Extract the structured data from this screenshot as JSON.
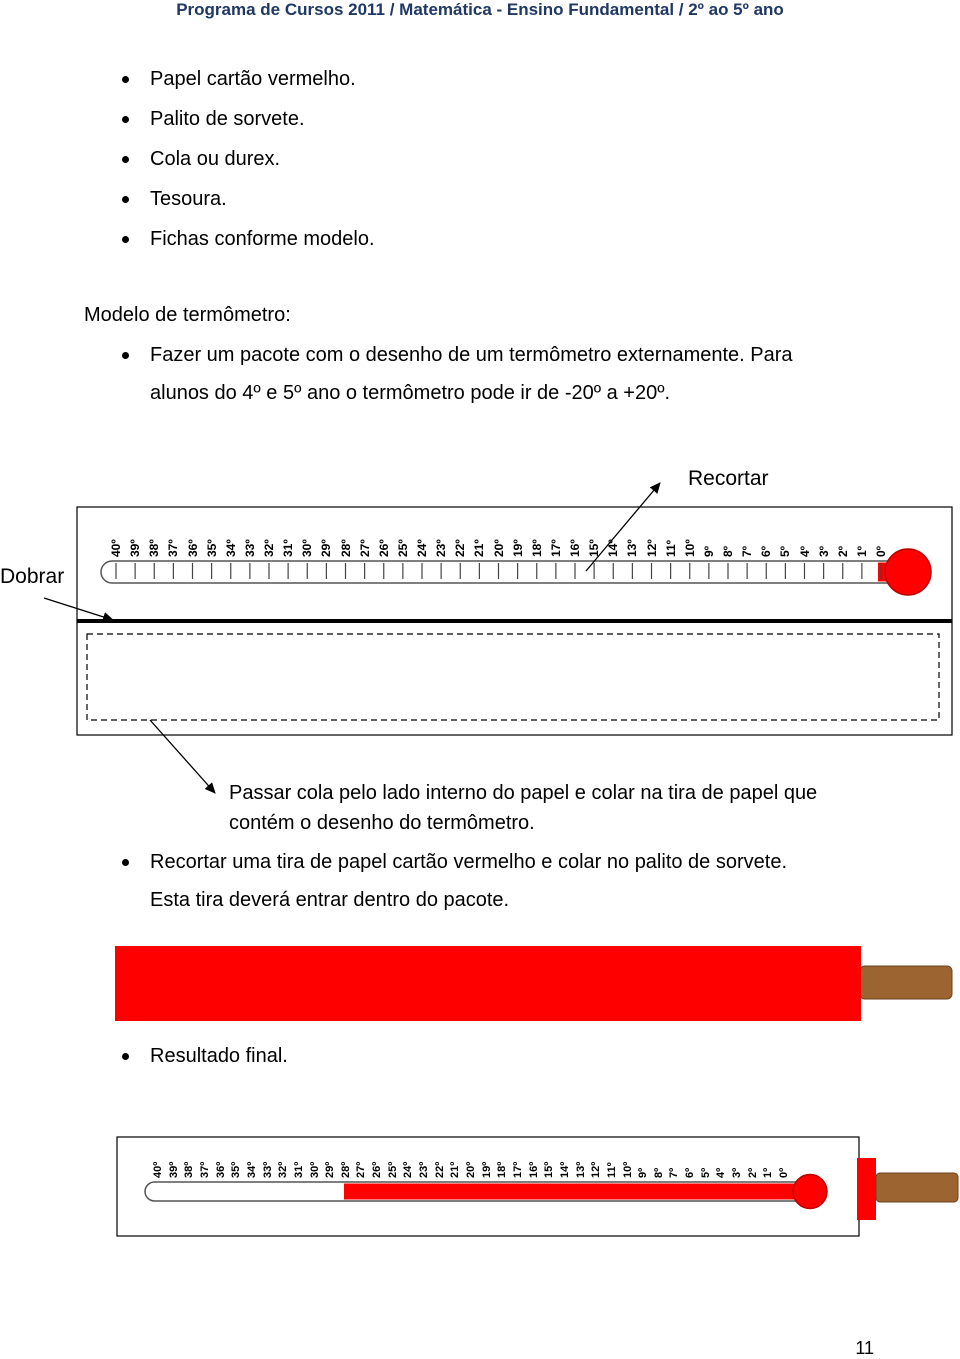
{
  "header": {
    "title": "Programa de Cursos 2011 / Matemática - Ensino Fundamental / 2º ao 5º ano"
  },
  "materials": [
    "Papel cartão vermelho.",
    "Palito de sorvete.",
    "Cola ou durex.",
    "Tesoura.",
    "Fichas conforme modelo."
  ],
  "model": {
    "heading": "Modelo de termômetro:",
    "bullet1_line1": "Fazer um pacote com o desenho de um termômetro externamente. Para",
    "bullet1_line2": "alunos do 4º e 5º ano o termômetro pode ir de -20º a +20º."
  },
  "diagram": {
    "label_cut": "Recortar",
    "label_fold": "Dobrar",
    "glue_line1": "Passar cola pelo lado interno do papel e colar na tira de papel que",
    "glue_line2": "contém o desenho do termômetro."
  },
  "strip": {
    "bullet_line1": "Recortar uma tira de papel cartão vermelho e colar no palito de sorvete.",
    "bullet_line2": "Esta tira deverá entrar dentro do pacote."
  },
  "result": {
    "label": "Resultado final."
  },
  "thermometer_scale": [
    "40º",
    "39º",
    "38º",
    "37º",
    "36º",
    "35º",
    "34º",
    "33º",
    "32º",
    "31º",
    "30º",
    "29º",
    "28º",
    "27º",
    "26º",
    "25º",
    "24º",
    "23º",
    "22º",
    "21º",
    "20º",
    "19º",
    "18º",
    "17º",
    "16º",
    "15º",
    "14º",
    "13º",
    "12º",
    "11º",
    "10º",
    "9º",
    "8º",
    "7º",
    "6º",
    "5º",
    "4º",
    "3º",
    "2º",
    "1º",
    "0º"
  ],
  "page_number": "11",
  "colors": {
    "red": "#ff0000",
    "stick": "#9c6431",
    "header": "#1f3864"
  }
}
